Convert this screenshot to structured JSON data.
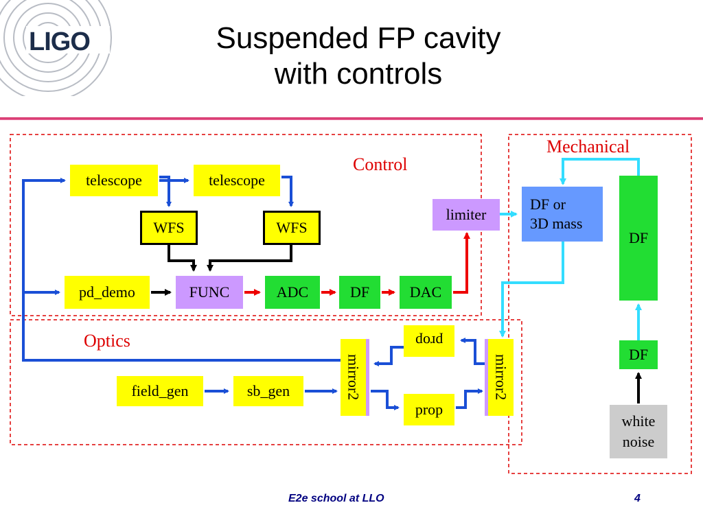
{
  "slide": {
    "title_line1": "Suspended FP cavity",
    "title_line2": "with controls",
    "logo": "LIGO"
  },
  "sections": {
    "control": "Control",
    "optics": "Optics",
    "mechanical": "Mechanical"
  },
  "boxes": {
    "telescope_1": "telescope",
    "telescope_2": "telescope",
    "wfs_1": "WFS",
    "wfs_2": "WFS",
    "pd_demo": "pd_demo",
    "func": "FUNC",
    "adc": "ADC",
    "df_control": "DF",
    "dac": "DAC",
    "limiter": "limiter",
    "df_3d_mass_line1": "DF or",
    "df_3d_mass_line2": "3D mass",
    "df_tall": "DF",
    "df_small": "DF",
    "white_noise_line1": "white",
    "white_noise_line2": "noise",
    "mirror2_left": "mirror2",
    "mirror2_right": "mirror2",
    "prop_top": "prop",
    "prop_bottom": "prop",
    "field_gen": "field_gen",
    "sb_gen": "sb_gen"
  },
  "footer": {
    "text": "E2e school at LLO",
    "page_number": "4"
  },
  "colors": {
    "title_rule": "#d2235c",
    "section_border": "#dd0000",
    "arrow_blue": "#1a4fd6",
    "arrow_red": "#ee0000",
    "arrow_cyan": "#33ddff",
    "box_yellow": "#ffff00",
    "box_green": "#22dd33",
    "box_purple": "#cc99ff",
    "box_blue": "#6699ff",
    "box_gray": "#cccccc"
  }
}
